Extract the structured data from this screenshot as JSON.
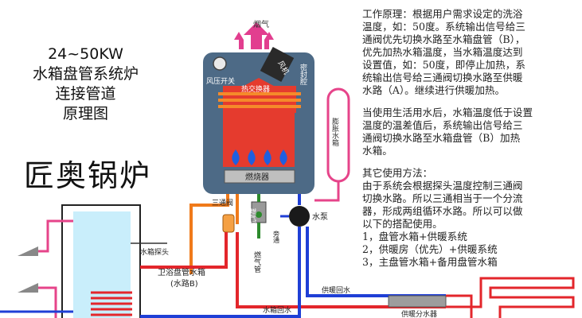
{
  "title": {
    "lines": [
      "24~50KW",
      "水箱盘管系统炉",
      "连接管道",
      "原理图"
    ]
  },
  "brand": "匠奥锅炉",
  "explanation": {
    "principle": [
      "工作原理：根据用户需求设定的洗浴",
      "温度，如：50度。系统输出信号给三",
      "通阀优先切换水路至水箱盘管（B），",
      "优先加热水箱温度，当水箱温度达到",
      "设置值，如：50度，即停止加热，系",
      "统输出信号给三通阀切换水路至供暖",
      "水路（A）。继续进行供暖加热。"
    ],
    "hot_water": [
      "当使用生活用水后，水箱温度低于设置",
      "温度的温差值后，系统输出信号给三",
      "通阀切换水路至水箱盘管（B）加热",
      "水箱。"
    ],
    "other": [
      "其它使用方法：",
      "由于系统会根据探头温度控制三通阀",
      "切换水路。所以三通相当于一个分流",
      "器，形成两组循环水路。所以可以做",
      "以下的搭配使用。",
      "1，盘管水箱+供暖系统",
      "2，供暖房（优先）+供暖系统",
      "3，主盘管水箱+备用盘管水箱"
    ]
  },
  "labels": {
    "flue": "烟气",
    "fan_switch": "风压开关",
    "fan": "风机",
    "sealed_chamber": "密封腔",
    "heat_exchanger": "热交换器",
    "burner": "燃烧器",
    "expansion_tank": "膨胀水箱",
    "three_way_valve": "三通阀",
    "gas_valve": "燃气阀",
    "bypass": "旁通",
    "pump": "水泵",
    "tank_probe": "水箱探头",
    "gas_pipe": "燃气管",
    "coil_tank_line1": "卫浴盘管水箱",
    "coil_tank_line2": "(水路B)",
    "heating_return": "供暖回水",
    "tank_return": "水箱回水",
    "manifold": "供暖分水器"
  },
  "colors": {
    "supply_red": "#e3262b",
    "return_blue": "#1f3fd6",
    "valve_orange": "#f07a1a",
    "hot_water_pink": "#e6448a",
    "boiler_body": "#4d6a86",
    "exchanger_red": "#e53b2e",
    "burner_flame": "#1f5fe0"
  }
}
